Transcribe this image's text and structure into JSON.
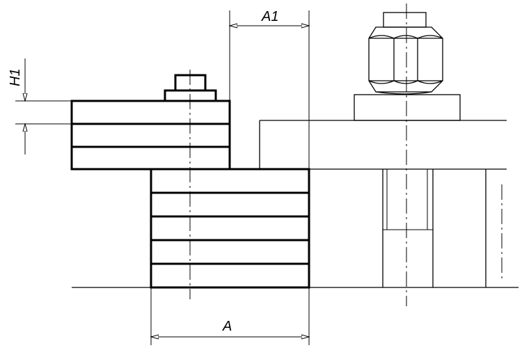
{
  "dimensions": {
    "a_label": "A",
    "a1_label": "A1",
    "h1_label": "H1"
  }
}
